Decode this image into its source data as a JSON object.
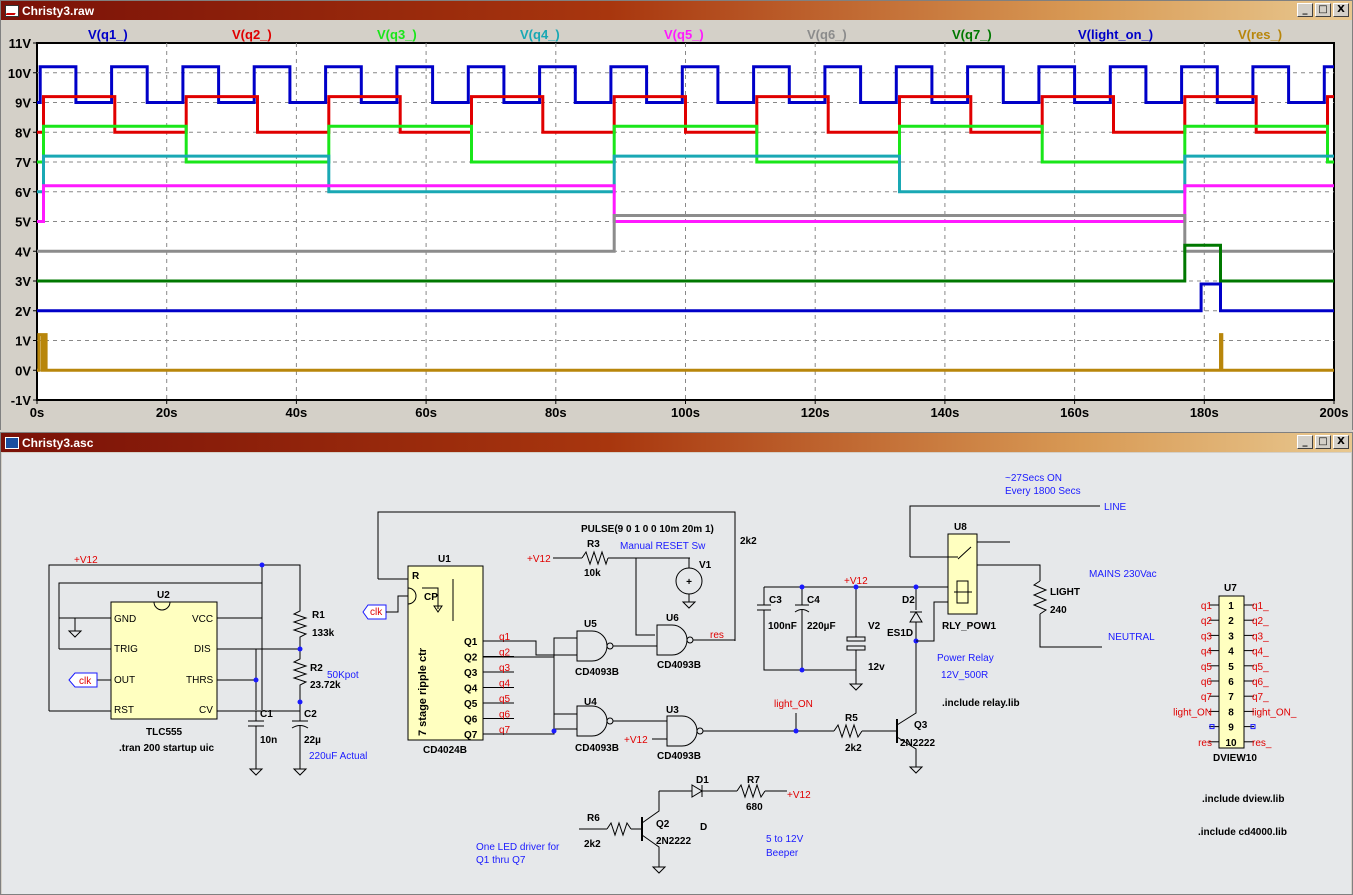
{
  "plot_window": {
    "title": "Christy3.raw",
    "buttons": {
      "minimize": "_",
      "maximize": "□",
      "close": "X"
    }
  },
  "chart_data": {
    "type": "line",
    "xlabel": "",
    "ylabel": "",
    "x_ticks": [
      "0s",
      "20s",
      "40s",
      "60s",
      "80s",
      "100s",
      "120s",
      "140s",
      "160s",
      "180s",
      "200s"
    ],
    "y_ticks": [
      "11V",
      "10V",
      "9V",
      "8V",
      "7V",
      "6V",
      "5V",
      "4V",
      "3V",
      "2V",
      "1V",
      "0V",
      "-1V"
    ],
    "xlim": [
      0,
      200
    ],
    "ylim": [
      -1,
      11
    ],
    "grid": true,
    "series": [
      {
        "name": "V(q1_)",
        "color": "#0000c8",
        "low": 9,
        "high": 10.2,
        "period": 11.0,
        "phase": 0.5
      },
      {
        "name": "V(q2_)",
        "color": "#e00000",
        "low": 8,
        "high": 9.2,
        "period": 22.0,
        "phase": 1.0
      },
      {
        "name": "V(q3_)",
        "color": "#19e619",
        "low": 7,
        "high": 8.2,
        "period": 44.0,
        "phase": 1.0
      },
      {
        "name": "V(q4_)",
        "color": "#19a8b4",
        "low": 6,
        "high": 7.2,
        "period": 88.0,
        "phase": 1.0
      },
      {
        "name": "V(q5_)",
        "color": "#ff19ff",
        "low": 5,
        "high": 6.2,
        "period": 176.0,
        "phase": 1.0
      },
      {
        "name": "V(q6_)",
        "color": "#8c8c8c",
        "low": 4,
        "high": 5.2,
        "edges": [
          [
            0,
            4
          ],
          [
            89,
            4
          ],
          [
            89,
            5.2
          ],
          [
            177,
            5.2
          ],
          [
            177,
            4
          ],
          [
            200,
            4
          ]
        ]
      },
      {
        "name": "V(q7_)",
        "color": "#007800",
        "low": 3,
        "high": 4.2,
        "edges": [
          [
            0,
            3
          ],
          [
            177,
            3
          ],
          [
            177,
            4.2
          ],
          [
            182.5,
            4.2
          ],
          [
            182.5,
            3
          ],
          [
            200,
            3
          ]
        ]
      },
      {
        "name": "V(light_on_)",
        "color": "#0000c8",
        "low": 2,
        "high": 2.9,
        "edges": [
          [
            0,
            2
          ],
          [
            179.5,
            2
          ],
          [
            179.5,
            2.9
          ],
          [
            182.5,
            2.9
          ],
          [
            182.5,
            2
          ],
          [
            200,
            2
          ]
        ]
      },
      {
        "name": "V(res_)",
        "color": "#b8860b",
        "low": 0,
        "high": 1.2,
        "edges": [
          [
            0,
            0
          ],
          [
            0.3,
            0
          ],
          [
            0.3,
            1.2
          ],
          [
            0.8,
            1.2
          ],
          [
            0.8,
            0
          ],
          [
            1.2,
            0
          ],
          [
            1.2,
            1.2
          ],
          [
            1.4,
            1.2
          ],
          [
            1.4,
            0
          ],
          [
            182.5,
            0
          ],
          [
            182.5,
            1.2
          ],
          [
            182.7,
            1.2
          ],
          [
            182.7,
            0
          ],
          [
            200,
            0
          ]
        ]
      }
    ]
  },
  "schematic_window": {
    "title": "Christy3.asc",
    "buttons": {
      "minimize": "_",
      "maximize": "□",
      "close": "X"
    },
    "labels": {
      "v12_left": "+V12",
      "u2": "U2",
      "gnd": "GND",
      "vcc": "VCC",
      "trig": "TRIG",
      "dis": "DIS",
      "out": "OUT",
      "thrs": "THRS",
      "rst": "RST",
      "cv": "CV",
      "tlc555": "TLC555",
      "tran": ".tran 200 startup uic",
      "clk1": "clk",
      "r1": "R1",
      "r1v": "133k",
      "r2": "R2",
      "r2v": "23.72k",
      "pot": "50Kpot",
      "c1": "C1",
      "c1v": "10n",
      "c2": "C2",
      "c2v": "22µ",
      "actual": "220uF Actual",
      "u1": "U1",
      "r_pin": "R",
      "cp": "CP",
      "ripple": "7 stage ripple ctr",
      "cd4024": "CD4024B",
      "clk2": "clk",
      "pins": [
        "Q1",
        "Q2",
        "Q3",
        "Q4",
        "Q5",
        "Q6",
        "Q7"
      ],
      "qnets": [
        "q1",
        "q2",
        "q3",
        "q4",
        "q5",
        "q6",
        "q7"
      ],
      "pulse": "PULSE(9 0 1 0 0 10m 20m 1)",
      "v12_r3": "+V12",
      "r3": "R3",
      "r3v": "10k",
      "manual": "Manual RESET Sw",
      "v1": "V1",
      "twok2": "2k2",
      "u5": "U5",
      "u6": "U6",
      "res": "res",
      "cd4093_u5": "CD4093B",
      "cd4093_u6": "CD4093B",
      "u4": "U4",
      "u3": "U3",
      "cd4093_u4": "CD4093B",
      "cd4093_u3": "CD4093B",
      "v12_u3": "+V12",
      "light_on": "light_ON",
      "r5": "R5",
      "r5v": "2k2",
      "q3": "Q3",
      "q3v": "2N2222",
      "d1": "D1",
      "r7": "R7",
      "r7v": "680",
      "v12_r7": "+V12",
      "d": "D",
      "r6": "R6",
      "r6v": "2k2",
      "q2": "Q2",
      "q2v": "2N2222",
      "led_driver1": "One LED driver for",
      "led_driver2": "Q1 thru Q7",
      "beeper1": "5 to 12V",
      "beeper2": "Beeper",
      "v12_top": "+V12",
      "c3": "C3",
      "c3v": "100nF",
      "c4": "C4",
      "c4v": "220µF",
      "v2": "V2",
      "v2v": "12v",
      "d2": "D2",
      "es1d": "ES1D",
      "power_relay": "Power Relay",
      "relay_spec": "12V_500R",
      "relay_lib": ".include relay.lib",
      "u8": "U8",
      "rly": "RLY_POW1",
      "secs_on": "~27Secs ON",
      "every": "Every 1800 Secs",
      "line": "LINE",
      "mains": "MAINS 230Vac",
      "light": "LIGHT",
      "light_v": "240",
      "neutral": "NEUTRAL",
      "u7": "U7",
      "dview": "DVIEW10",
      "dview_lib": ".include dview.lib",
      "cd4000_lib": ".include cd4000.lib",
      "dview_in": [
        "q1",
        "q2",
        "q3",
        "q4",
        "q5",
        "q6",
        "q7",
        "light_ON",
        "",
        "res"
      ],
      "dview_nums": [
        "1",
        "2",
        "3",
        "4",
        "5",
        "6",
        "7",
        "8",
        "9",
        "10"
      ],
      "dview_out": [
        "q1_",
        "q2_",
        "q3_",
        "q4_",
        "q5_",
        "q6_",
        "q7_",
        "light_ON_",
        "",
        "res_"
      ]
    }
  }
}
